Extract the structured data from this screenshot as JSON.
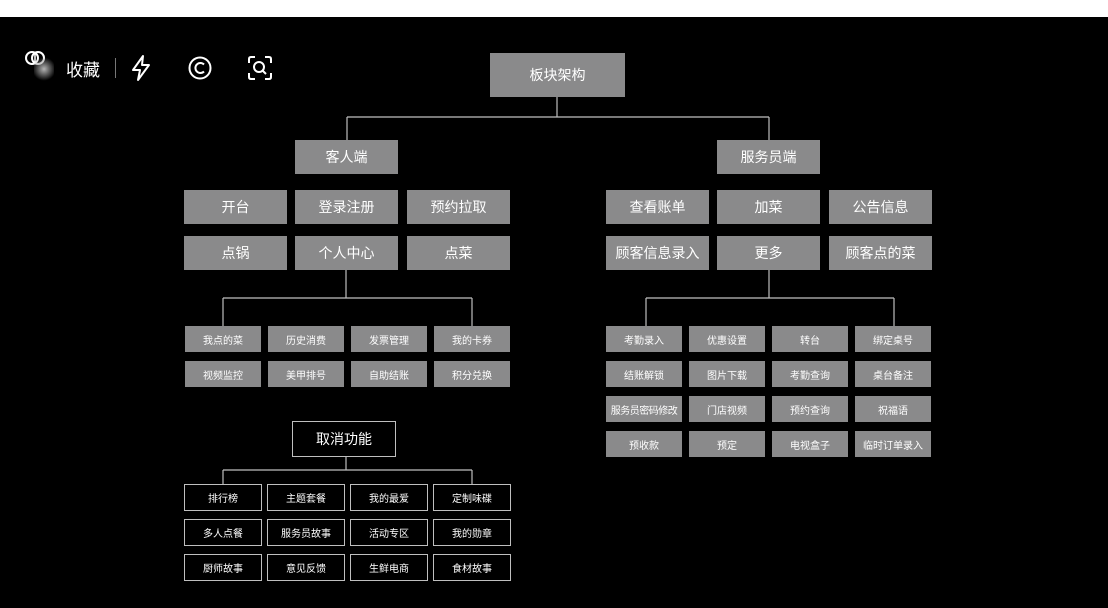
{
  "toolbar": {
    "favorites_label": "收藏",
    "icons": [
      "brain-icon",
      "lightning-icon",
      "copyright-icon",
      "scan-icon"
    ]
  },
  "colors": {
    "background": "#000000",
    "node_fill": "#8a8a8b",
    "line": "#bfbfbf",
    "text": "#ffffff"
  },
  "diagram": {
    "root": "板块架构",
    "customer": {
      "title": "客人端",
      "main": [
        "开台",
        "登录注册",
        "预约拉取",
        "点锅",
        "个人中心",
        "点菜"
      ],
      "personal_center": [
        "我点的菜",
        "历史消费",
        "发票管理",
        "我的卡券",
        "视频监控",
        "美甲排号",
        "自助结账",
        "积分兑换"
      ],
      "cancelled": {
        "title": "取消功能",
        "items": [
          "排行榜",
          "主题套餐",
          "我的最爱",
          "定制味碟",
          "多人点餐",
          "服务员故事",
          "活动专区",
          "我的勋章",
          "厨师故事",
          "意见反馈",
          "生鲜电商",
          "食材故事"
        ]
      }
    },
    "waiter": {
      "title": "服务员端",
      "main": [
        "查看账单",
        "加菜",
        "公告信息",
        "顾客信息录入",
        "更多",
        "顾客点的菜"
      ],
      "more": [
        "考勤录入",
        "优惠设置",
        "转台",
        "绑定桌号",
        "结账解锁",
        "图片下载",
        "考勤查询",
        "桌台备注",
        "服务员密码修改",
        "门店视频",
        "预约查询",
        "祝福语",
        "预收款",
        "预定",
        "电视盒子",
        "临时订单录入"
      ]
    }
  }
}
